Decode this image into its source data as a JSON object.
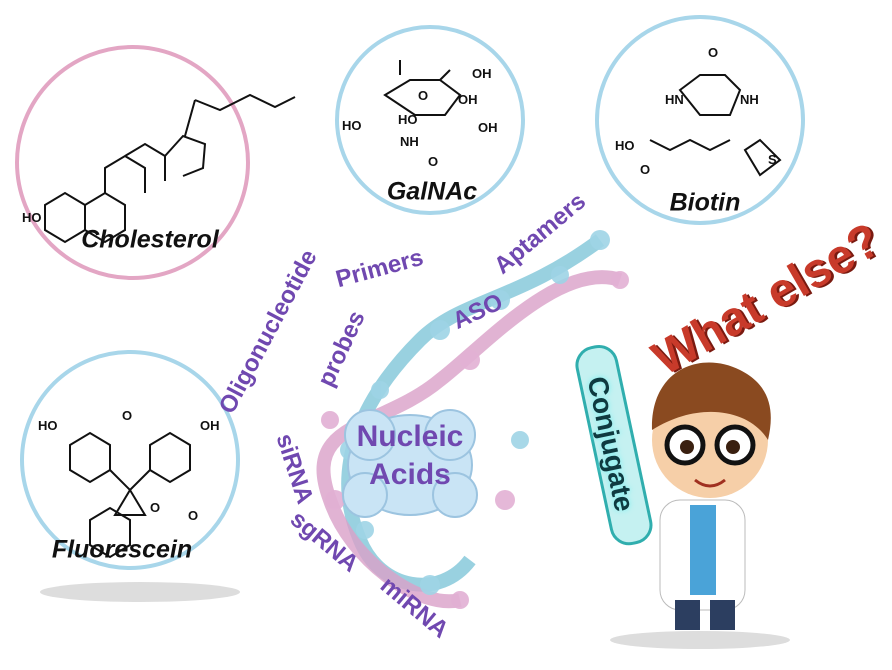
{
  "conjugates": {
    "cholesterol": {
      "label": "Cholesterol",
      "atoms": [
        "HO"
      ]
    },
    "galnac": {
      "label": "GalNAc",
      "atoms": [
        "HO",
        "OH",
        "O",
        "HO",
        "OH",
        "OH",
        "NH",
        "O"
      ]
    },
    "biotin": {
      "label": "Biotin",
      "atoms": [
        "O",
        "HN",
        "NH",
        "HO",
        "O",
        "S"
      ]
    },
    "fluorescein": {
      "label": "Fluorescein",
      "atoms": [
        "HO",
        "O",
        "OH",
        "O",
        "O"
      ]
    }
  },
  "nucleic_acid_types": [
    "Oligonucleotide",
    "probes",
    "Primers",
    "ASO",
    "Aptamers",
    "siRNA",
    "sgRNA",
    "miRNA"
  ],
  "center": {
    "line1": "Nucleic",
    "line2": "Acids"
  },
  "question": "What else?",
  "tube_label": "Conjugate",
  "colors": {
    "purple": "#7048b0",
    "red": "#c83a2a",
    "teal": "#1aa6a6",
    "pink": "#d87aa8",
    "blue": "#8cc8e0"
  }
}
